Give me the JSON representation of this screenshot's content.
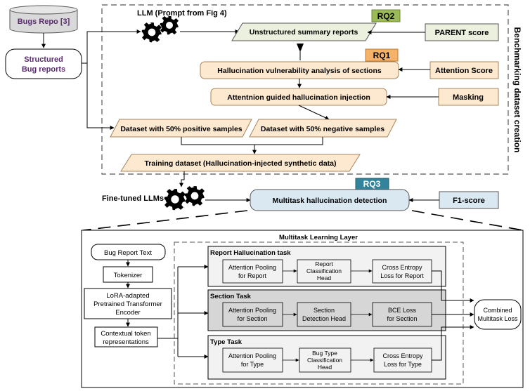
{
  "top": {
    "bugs_repo": "Bugs Repo [3]",
    "structured_line1": "Structured",
    "structured_line2": "Bug reports",
    "llm_prompt": "LLM (Prompt from Fig 4)",
    "rq1": "RQ1",
    "rq2": "RQ2",
    "rq3": "RQ3",
    "unstructured": "Unstructured summary reports",
    "parent_score": "PARENT score",
    "vulnerability": "Hallucination vulnerability analysis of sections",
    "attention_score": "Attention Score",
    "injection": "Attentnion guided hallucination injection",
    "masking": "Masking",
    "positive": "Dataset with 50% positive samples",
    "negative": "Dataset with 50% negative samples",
    "training": "Training dataset (Hallucination-injected synthetic data)",
    "benchmark": "Benchmarking dataset creation",
    "finetuned": "Fine-tuned LLMs",
    "multitask_detection": "Multitask hallucination detection",
    "f1": "F1-score"
  },
  "bottom": {
    "layer_title": "Multitask Learning Layer",
    "bug_report_text": "Bug Report Text",
    "tokenizer": "Tokenizer",
    "lora_line1": "LoRA-adapted",
    "lora_line2": "Pretrained Transformer",
    "lora_line3": "Encoder",
    "contextual_line1": "Contextual token",
    "contextual_line2": "representations",
    "report_task": "Report Hallucination task",
    "section_task": "Section Task",
    "type_task": "Type Task",
    "rt_pool_1": "Attention Pooling",
    "rt_pool_2": "for Report",
    "rt_head_1": "Report",
    "rt_head_2": "Classification",
    "rt_head_3": "Head",
    "rt_loss_1": "Cross Entropy",
    "rt_loss_2": "Loss for Report",
    "st_pool_1": "Attention Pooling",
    "st_pool_2": "for Section",
    "st_head_1": "Section",
    "st_head_2": "Detection Head",
    "st_loss_1": "BCE Loss",
    "st_loss_2": "for Section",
    "tt_pool_1": "Attention Pooling",
    "tt_pool_2": "for Type",
    "tt_head_1": "Bug Type",
    "tt_head_2": "Classification",
    "tt_head_3": "Head",
    "tt_loss_1": "Cross Entropy",
    "tt_loss_2": "Loss for Type",
    "combined_1": "Combined",
    "combined_2": "Multitask Loss"
  },
  "colors": {
    "tan": "#fde9cf",
    "tan_stroke": "#a7855c",
    "light_green": "#ebf1de",
    "light_blue": "#dae8f1",
    "rq_orange": "#f7b26a",
    "rq_green": "#9bbb59",
    "rq_blue": "#31849b",
    "title_purple": "#5a2d6e",
    "task_grey": "#f2f2f2",
    "section_grey": "#d6d6d6"
  }
}
